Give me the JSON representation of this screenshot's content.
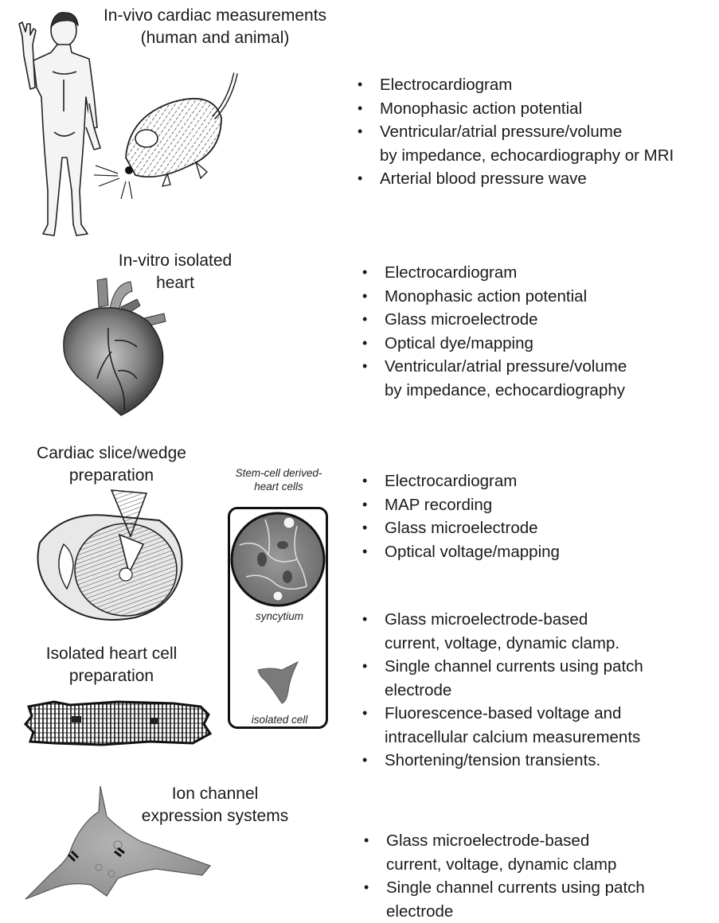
{
  "sections": [
    {
      "title_line1": "In-vivo cardiac measurements",
      "title_line2": "(human and animal)",
      "items": [
        {
          "line1": "Electrocardiogram"
        },
        {
          "line1": "Monophasic action potential"
        },
        {
          "line1": "Ventricular/atrial pressure/volume",
          "line2": "by impedance, echocardiography or MRI"
        },
        {
          "line1": "Arterial blood pressure wave"
        }
      ]
    },
    {
      "title_line1": "In-vitro isolated",
      "title_line2": "heart",
      "items": [
        {
          "line1": "Electrocardiogram"
        },
        {
          "line1": "Monophasic action potential"
        },
        {
          "line1": "Glass microelectrode"
        },
        {
          "line1": "Optical dye/mapping"
        },
        {
          "line1": "Ventricular/atrial pressure/volume",
          "line2": "by impedance, echocardiography"
        }
      ]
    },
    {
      "title_line1": "Cardiac slice/wedge",
      "title_line2": "preparation",
      "items": [
        {
          "line1": "Electrocardiogram"
        },
        {
          "line1": "MAP recording"
        },
        {
          "line1": "Glass microelectrode"
        },
        {
          "line1": "Optical voltage/mapping"
        }
      ]
    },
    {
      "title_line1": "Isolated heart cell",
      "title_line2": "preparation",
      "items": [
        {
          "line1": "Glass microelectrode-based",
          "line2": "current, voltage, dynamic clamp."
        },
        {
          "line1": "Single channel currents using patch",
          "line2": "electrode"
        },
        {
          "line1": "Fluorescence-based voltage and",
          "line2": "intracellular calcium measurements"
        },
        {
          "line1": "Shortening/tension transients."
        }
      ]
    },
    {
      "title_line1": "Ion channel",
      "title_line2": "expression systems",
      "items": [
        {
          "line1": "Glass microelectrode-based",
          "line2": "current, voltage, dynamic clamp"
        },
        {
          "line1": "Single channel currents using patch",
          "line2": "electrode"
        }
      ]
    }
  ],
  "stem_cells": {
    "title_line1": "Stem-cell derived-",
    "title_line2": "heart cells",
    "syncytium_label": "syncytium",
    "isolated_label": "isolated cell"
  }
}
